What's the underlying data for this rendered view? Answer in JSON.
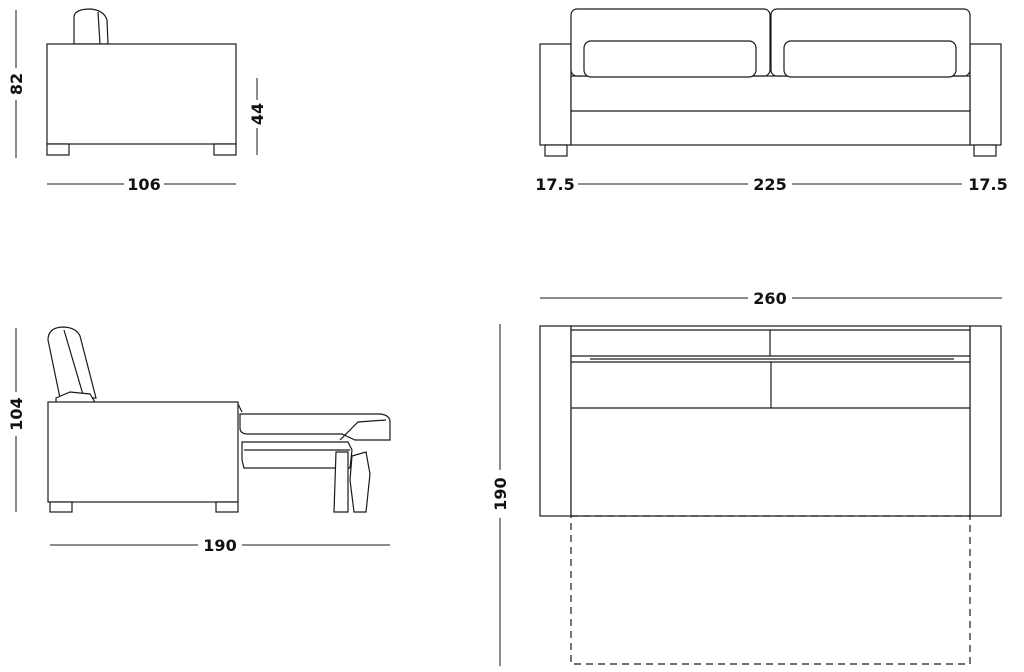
{
  "dimensions": {
    "side_height": "82",
    "seat_height": "44",
    "side_depth": "106",
    "arm_left": "17.5",
    "seat_width": "225",
    "arm_right": "17.5",
    "open_height": "104",
    "open_length": "190",
    "total_width": "260",
    "bed_length": "190"
  }
}
